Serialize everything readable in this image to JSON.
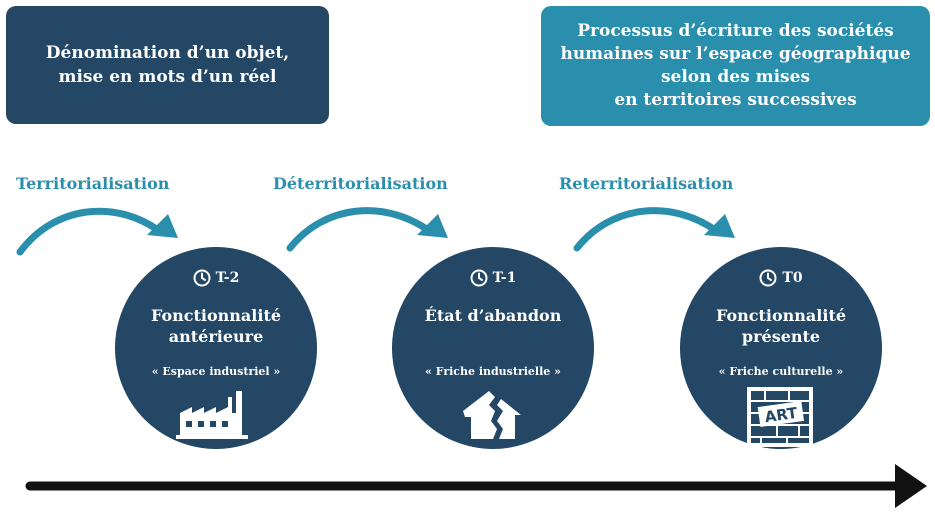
{
  "boxes": {
    "left_lines": [
      "Dénomination d’un objet,",
      "mise en mots d’un réel"
    ],
    "right_lines": [
      "Processus d’écriture des sociétés",
      "humaines sur l’espace géographique",
      "selon des mises",
      "en territoires successives"
    ]
  },
  "phases": [
    {
      "label": "Territorialisation"
    },
    {
      "label": "Déterritorialisation"
    },
    {
      "label": "Reterritorialisation"
    }
  ],
  "stages": [
    {
      "time": "T-2",
      "title_lines": [
        "Fonctionnalité",
        "antérieure"
      ],
      "quote": "« Espace industriel »",
      "icon": "factory-icon"
    },
    {
      "time": "T-1",
      "title_lines": [
        "État d’abandon"
      ],
      "quote": "« Friche industrielle »",
      "icon": "broken-house-icon"
    },
    {
      "time": "T0",
      "title_lines": [
        "Fonctionnalité",
        "présente"
      ],
      "quote": "« Friche culturelle »",
      "icon": "art-wall-icon",
      "icon_text": "ART"
    }
  ],
  "colors": {
    "dark_blue": "#244766",
    "teal": "#2a8ead",
    "axis": "#111111"
  }
}
